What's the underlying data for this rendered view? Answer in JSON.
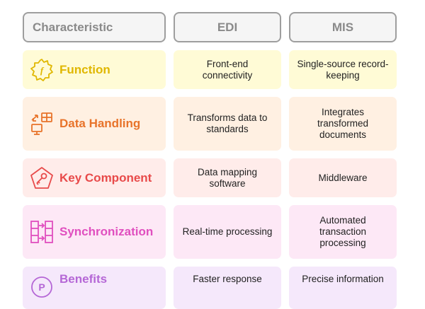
{
  "headers": [
    "Characteristic",
    "EDI",
    "MIS"
  ],
  "rows": [
    {
      "label": "Function",
      "icon": "function-gear-icon",
      "color": "#e0b700",
      "edi": "Front-end connectivity",
      "mis": "Single-source record-keeping"
    },
    {
      "label": "Data Handling",
      "icon": "data-transfer-icon",
      "color": "#e8732a",
      "edi": "Transforms data to standards",
      "mis": "Integrates transformed documents"
    },
    {
      "label": "Key Component",
      "icon": "key-pentagon-icon",
      "color": "#e84a4a",
      "edi": "Data mapping software",
      "mis": "Middleware"
    },
    {
      "label": "Synchronization",
      "icon": "sync-grid-icon",
      "color": "#e04fbf",
      "edi": "Real-time processing",
      "mis": "Automated transaction processing"
    },
    {
      "label": "Benefits",
      "icon": "benefits-circle-icon",
      "color": "#b567d6",
      "edi": "Faster response",
      "mis": "Precise information"
    }
  ]
}
